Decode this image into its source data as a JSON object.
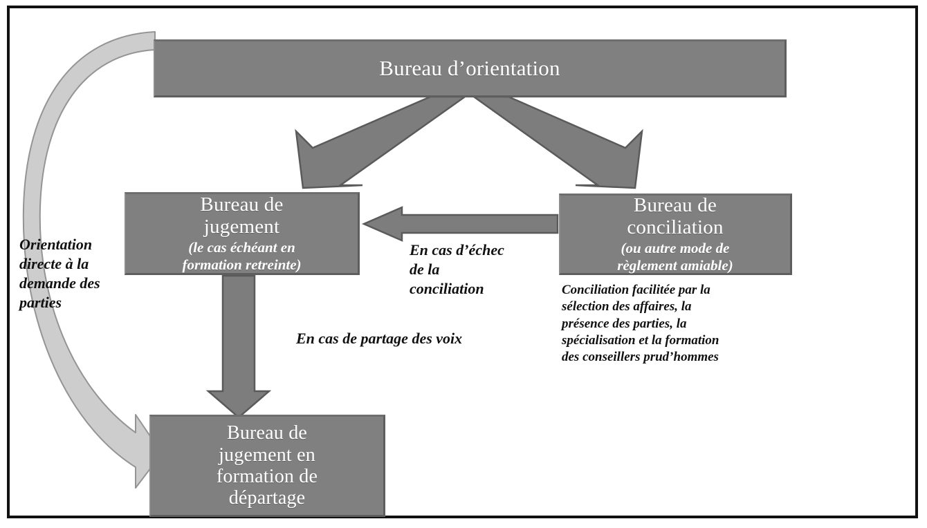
{
  "diagram": {
    "type": "flowchart",
    "title_present": false,
    "colors": {
      "node_fill": "#808080",
      "node_text": "#ffffff",
      "arrow_fill": "#7d7d7d",
      "arrow_stroke": "#5a5a5a",
      "curved_arrow_fill": "#cccccc",
      "curved_arrow_stroke": "#8f8f8f",
      "frame_border": "#111111",
      "background": "#ffffff",
      "note_text": "#111111"
    },
    "nodes": [
      {
        "id": "orientation",
        "title": "Bureau d’orientation",
        "subtitle": ""
      },
      {
        "id": "jugement",
        "title_line1": "Bureau de",
        "title_line2": "jugement",
        "subtitle_line1": "(le cas échéant en",
        "subtitle_line2": "formation retreinte)"
      },
      {
        "id": "conciliation",
        "title_line1": "Bureau de",
        "title_line2": "conciliation",
        "subtitle_line1": "(ou autre mode de",
        "subtitle_line2": "règlement amiable)"
      },
      {
        "id": "departage",
        "title_line1": "Bureau de",
        "title_line2": "jugement en",
        "title_line3": "formation de",
        "title_line4": "départage"
      }
    ],
    "notes": {
      "conciliation_detail": {
        "line1": "Conciliation facilitée par la",
        "line2": "sélection des affaires, la",
        "line3": "présence des parties, la",
        "line4": "spécialisation et la formation",
        "line5": "des conseillers prud’hommes"
      },
      "echec_conciliation": {
        "line1": "En cas d’échec",
        "line2": "de la",
        "line3": "conciliation"
      },
      "partage_voix": {
        "line1": "En cas de partage des voix"
      },
      "orientation_directe": {
        "line1": "Orientation",
        "line2": "directe à la",
        "line3": "demande des",
        "line4": "parties"
      }
    },
    "edges": [
      {
        "id": "orientation-to-jugement",
        "from": "orientation",
        "to": "jugement",
        "style": "block-arrow-diagonal",
        "label": ""
      },
      {
        "id": "orientation-to-conciliation",
        "from": "orientation",
        "to": "conciliation",
        "style": "block-arrow-diagonal",
        "label": ""
      },
      {
        "id": "conciliation-to-jugement",
        "from": "conciliation",
        "to": "jugement",
        "style": "block-arrow-left",
        "label": "En cas d’échec de la conciliation"
      },
      {
        "id": "jugement-to-departage",
        "from": "jugement",
        "to": "departage",
        "style": "block-arrow-down",
        "label": "En cas de partage des voix"
      },
      {
        "id": "orientation-to-departage",
        "from": "orientation",
        "to": "departage",
        "style": "curved-block-arrow",
        "label": "Orientation directe à la demande des parties"
      }
    ]
  }
}
